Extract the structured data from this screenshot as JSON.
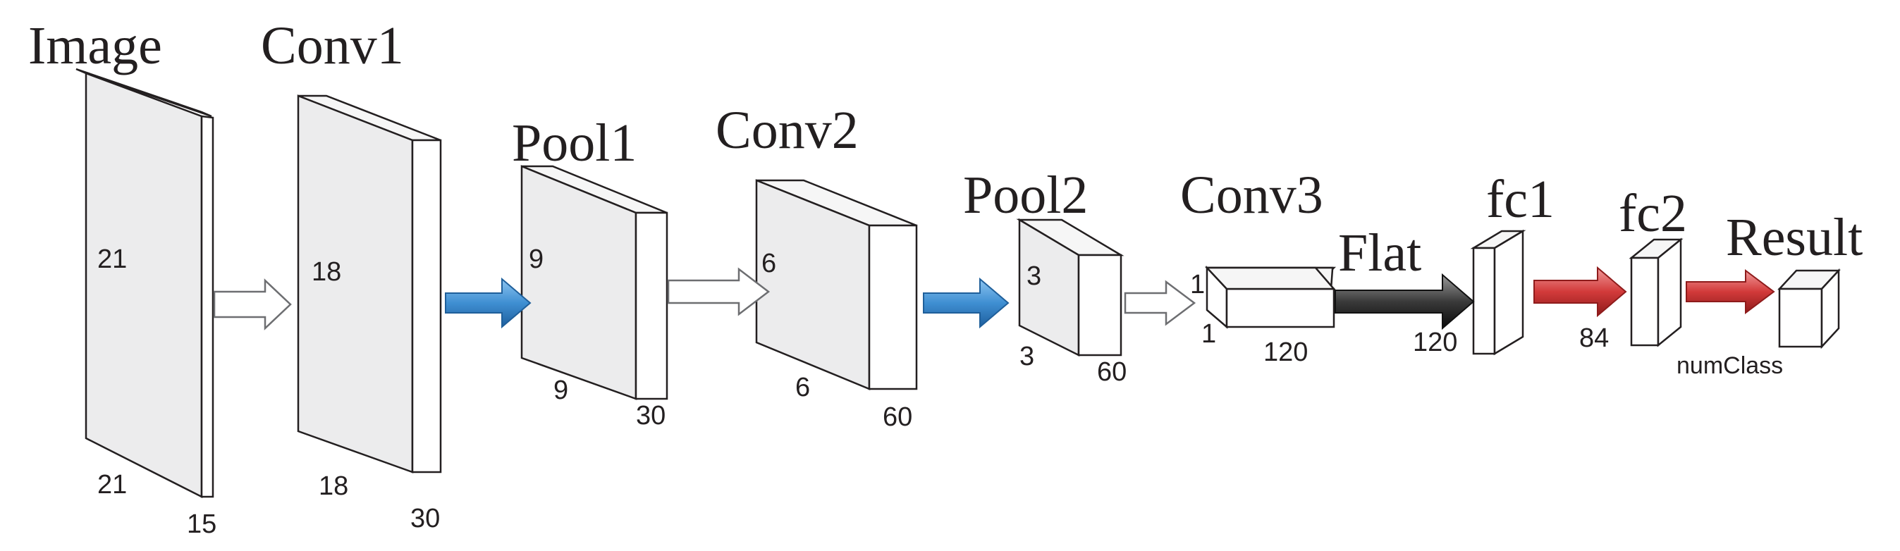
{
  "layers": [
    {
      "id": "image",
      "title": "Image",
      "height_label": "21",
      "width_label": "21",
      "depth_label": "15"
    },
    {
      "id": "conv1",
      "title": "Conv1",
      "height_label": "18",
      "width_label": "18",
      "depth_label": "30"
    },
    {
      "id": "pool1",
      "title": "Pool1",
      "height_label": "9",
      "width_label": "9",
      "depth_label": "30"
    },
    {
      "id": "conv2",
      "title": "Conv2",
      "height_label": "6",
      "width_label": "6",
      "depth_label": "60"
    },
    {
      "id": "pool2",
      "title": "Pool2",
      "height_label": "3",
      "width_label": "3",
      "depth_label": "60"
    },
    {
      "id": "conv3",
      "title": "Conv3",
      "height_label": "1",
      "width_label": "1",
      "depth_label": "120"
    },
    {
      "id": "fc1",
      "title": "fc1",
      "size_label": "120"
    },
    {
      "id": "fc2",
      "title": "fc2",
      "size_label": "84"
    },
    {
      "id": "result",
      "title": "Result",
      "size_label": "numClass"
    }
  ],
  "connectors": [
    {
      "from": "image",
      "to": "conv1",
      "style": "white"
    },
    {
      "from": "conv1",
      "to": "pool1",
      "style": "blue"
    },
    {
      "from": "pool1",
      "to": "conv2",
      "style": "white"
    },
    {
      "from": "conv2",
      "to": "pool2",
      "style": "blue"
    },
    {
      "from": "pool2",
      "to": "conv3",
      "style": "white"
    },
    {
      "from": "conv3",
      "to": "fc1",
      "style": "black",
      "label": "Flat"
    },
    {
      "from": "fc1",
      "to": "fc2",
      "style": "red"
    },
    {
      "from": "fc2",
      "to": "result",
      "style": "red"
    }
  ],
  "colors": {
    "arrow_blue": "#3f8fd2",
    "arrow_red": "#d23a3a",
    "arrow_black": "#3a3a3a",
    "block_face": "#ececed",
    "outline": "#231f20"
  }
}
